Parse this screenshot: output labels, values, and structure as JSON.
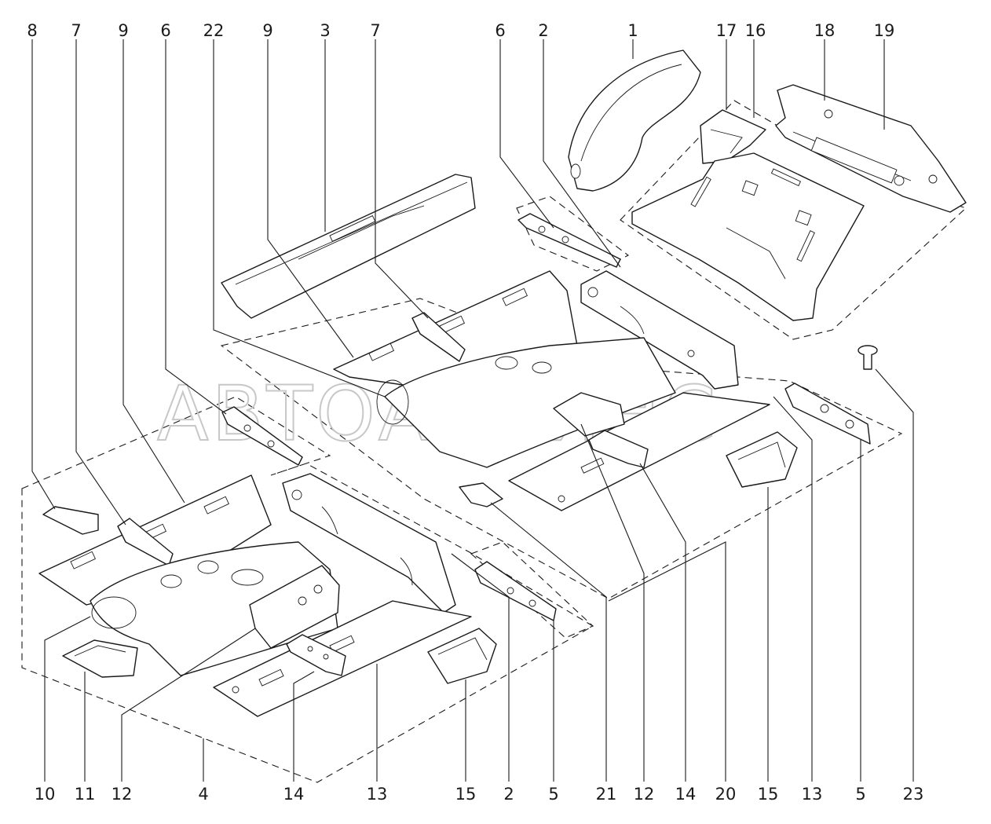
{
  "watermark": "АВТОАЛЬЯНС",
  "callouts_top": [
    "8",
    "7",
    "9",
    "6",
    "22",
    "9",
    "3",
    "7",
    "6",
    "2",
    "1",
    "17",
    "16",
    "18",
    "19"
  ],
  "callouts_bottom": [
    "10",
    "11",
    "12",
    "4",
    "14",
    "13",
    "15",
    "2",
    "5",
    "21",
    "12",
    "14",
    "20",
    "15",
    "13",
    "5",
    "23"
  ],
  "colors": {
    "ink": "#1a1a1a",
    "watermark": "#c8c8c8",
    "background": "#ffffff"
  }
}
